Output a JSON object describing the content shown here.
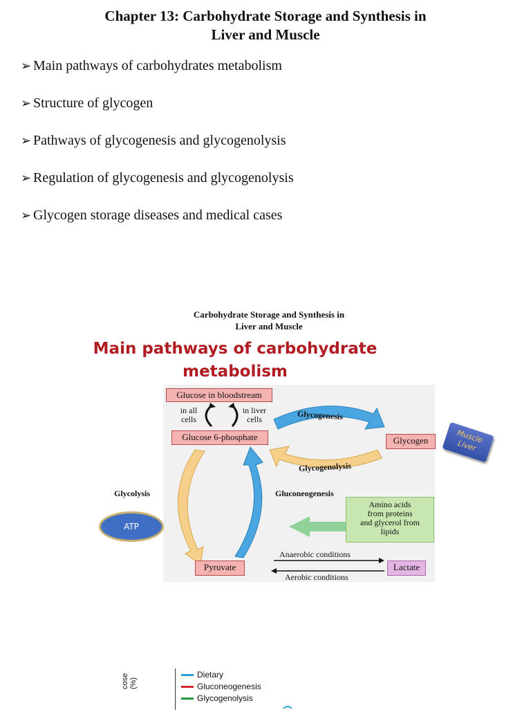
{
  "heading": {
    "line1": "Chapter 13: Carbohydrate Storage and Synthesis in",
    "line2": "Liver and Muscle"
  },
  "bullets": [
    "Main pathways of carbohydrates metabolism",
    "Structure of glycogen",
    "Pathways of glycogenesis and glycogenolysis",
    "Regulation of glycogenesis and glycogenolysis",
    "Glycogen storage diseases and medical cases"
  ],
  "bullet_marker": "➢",
  "slide": {
    "subtitle_line1": "Carbohydrate Storage and Synthesis in",
    "subtitle_line2": "Liver and Muscle",
    "title_line1": "Main pathways of carbohydrate",
    "title_line2": "metabolism",
    "glucose_blood": "Glucose in bloodstream",
    "glucose_6p": "Glucose 6-phosphate",
    "in_all_cells_1": "in all",
    "in_all_cells_2": "cells",
    "in_liver_cells_1": "in liver",
    "in_liver_cells_2": "cells",
    "glycogenesis": "Glycogenesis",
    "glycogenolysis": "Glycogenolysis",
    "glycogen": "Glycogen",
    "badge_line1": "Muscle",
    "badge_line2": "Liver",
    "glycolysis": "Glycolysis",
    "gluconeogenesis": "Gluconeogenesis",
    "atp": "ATP",
    "amino_line1": "Amino acids",
    "amino_line2": "from proteins",
    "amino_line3": "and glycerol from",
    "amino_line4": "lipids",
    "anaerobic": "Anaerobic conditions",
    "aerobic": "Aerobic conditions",
    "pyruvate": "Pyruvate",
    "lactate": "Lactate"
  },
  "legend": {
    "items": [
      {
        "label": "Dietary",
        "color": "#2a9fd8"
      },
      {
        "label": "Gluconeogenesis",
        "color": "#d8252a"
      },
      {
        "label": "Glycogenolysis",
        "color": "#1f9a3a"
      }
    ],
    "axis_fragment": "cose\n(%)"
  },
  "colors": {
    "title_red": "#b01c22",
    "box_pink": "#f4b2b0",
    "arrow_blue": "#4aa6e0",
    "arrow_yellow": "#f6d08a",
    "arrow_green": "#8fd39a",
    "lactate_purple": "#e4b4e4"
  }
}
